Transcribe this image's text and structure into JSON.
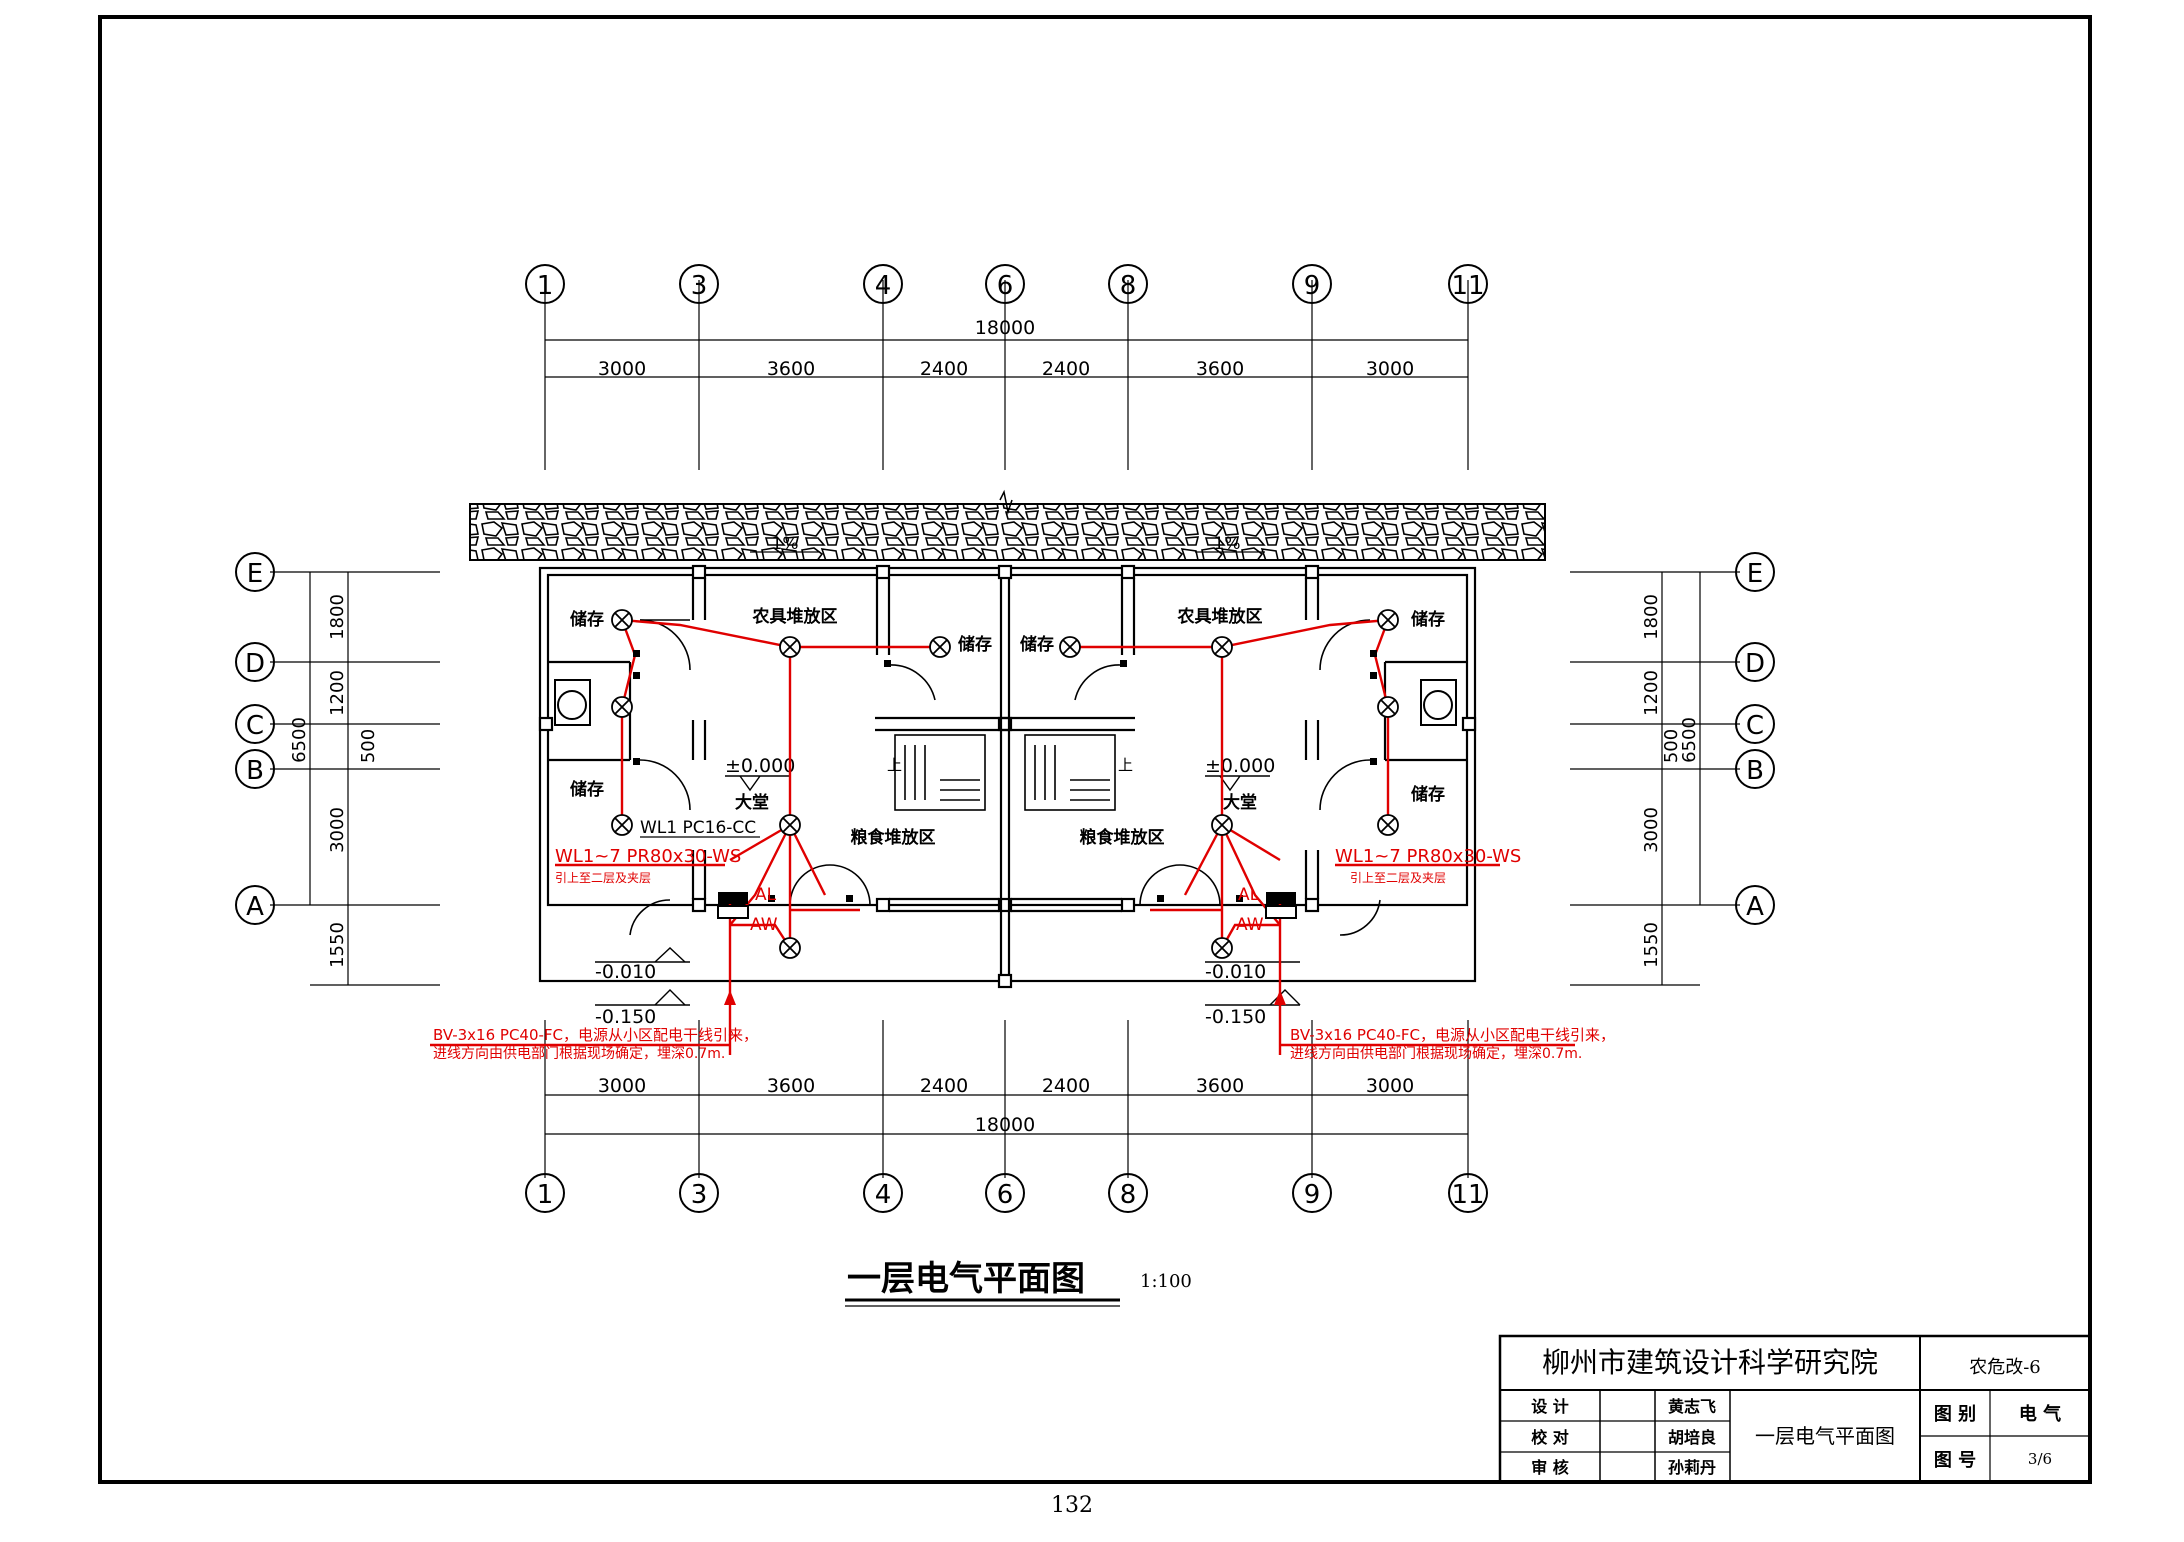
{
  "axes_top": [
    "1",
    "3",
    "4",
    "6",
    "8",
    "9",
    "11"
  ],
  "axes_side": [
    "E",
    "D",
    "C",
    "B",
    "A"
  ],
  "dims_total": "18000",
  "dims_x": [
    "3000",
    "3600",
    "2400",
    "2400",
    "3600",
    "3000"
  ],
  "dims_y": [
    "1800",
    "1200",
    "500",
    "3000",
    "1550"
  ],
  "dim_y_total": "6500",
  "rooms": {
    "storage": "储存",
    "tools": "农具堆放区",
    "grain": "粮食堆放区",
    "hall": "大堂"
  },
  "stair_up": "上",
  "slope": "1%",
  "elevations": {
    "floor": "±0.000",
    "outdoor": "-0.010",
    "ground": "-0.150"
  },
  "panels": {
    "lighting": "AL",
    "water": "AW"
  },
  "circuits": {
    "wl1": "WL1 PC16-CC",
    "wl17": "WL1~7 PR80x30-WS",
    "wl17_note": "引上至二层及夹层",
    "feed": "BV-3x16 PC40-FC，电源从小区配电干线引来，",
    "feed_note": "进线方向由供电部门根据现场确定，埋深0.7m."
  },
  "drawing": {
    "title": "一层电气平面图",
    "scale": "1:100",
    "page_number": "132"
  },
  "title_block": {
    "institute": "柳州市建筑设计科学研究院",
    "project": "农危改-6",
    "design_label": "设 计",
    "designer": "黄志飞",
    "check_label": "校 对",
    "checker": "胡培良",
    "review_label": "审 核",
    "reviewer": "孙莉丹",
    "drawing_name": "一层电气平面图",
    "category_label": "图 别",
    "category": "电 气",
    "number_label": "图 号",
    "number": "3/6"
  },
  "colors": {
    "line": "#000000",
    "wire": "#e00000"
  }
}
